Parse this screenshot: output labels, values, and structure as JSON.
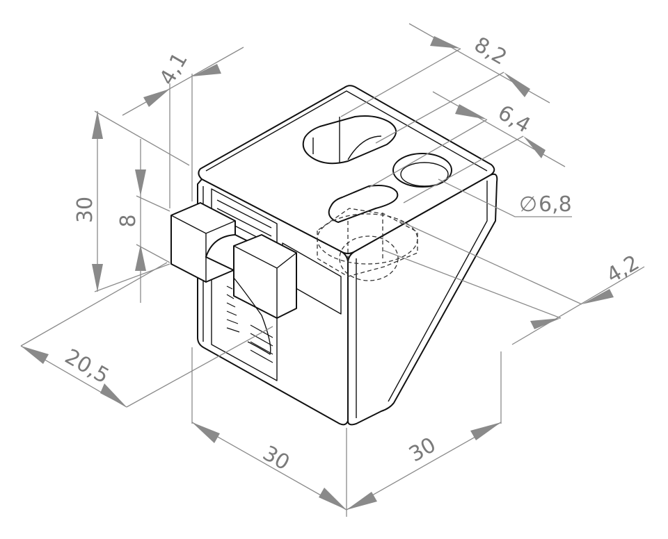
{
  "dimensions": {
    "d_30_height": "30",
    "d_8": "8",
    "d_4_1": "4,1",
    "d_8_2": "8,2",
    "d_6_4": "6,4",
    "d_dia_6_8": "6,8",
    "d_dia_symbol": "∅",
    "d_4_2": "4,2",
    "d_20_5": "20,5",
    "d_30_left": "30",
    "d_30_right": "30"
  },
  "colors": {
    "dimension": "#8a8a8a",
    "outline": "#111111",
    "background": "#ffffff"
  }
}
